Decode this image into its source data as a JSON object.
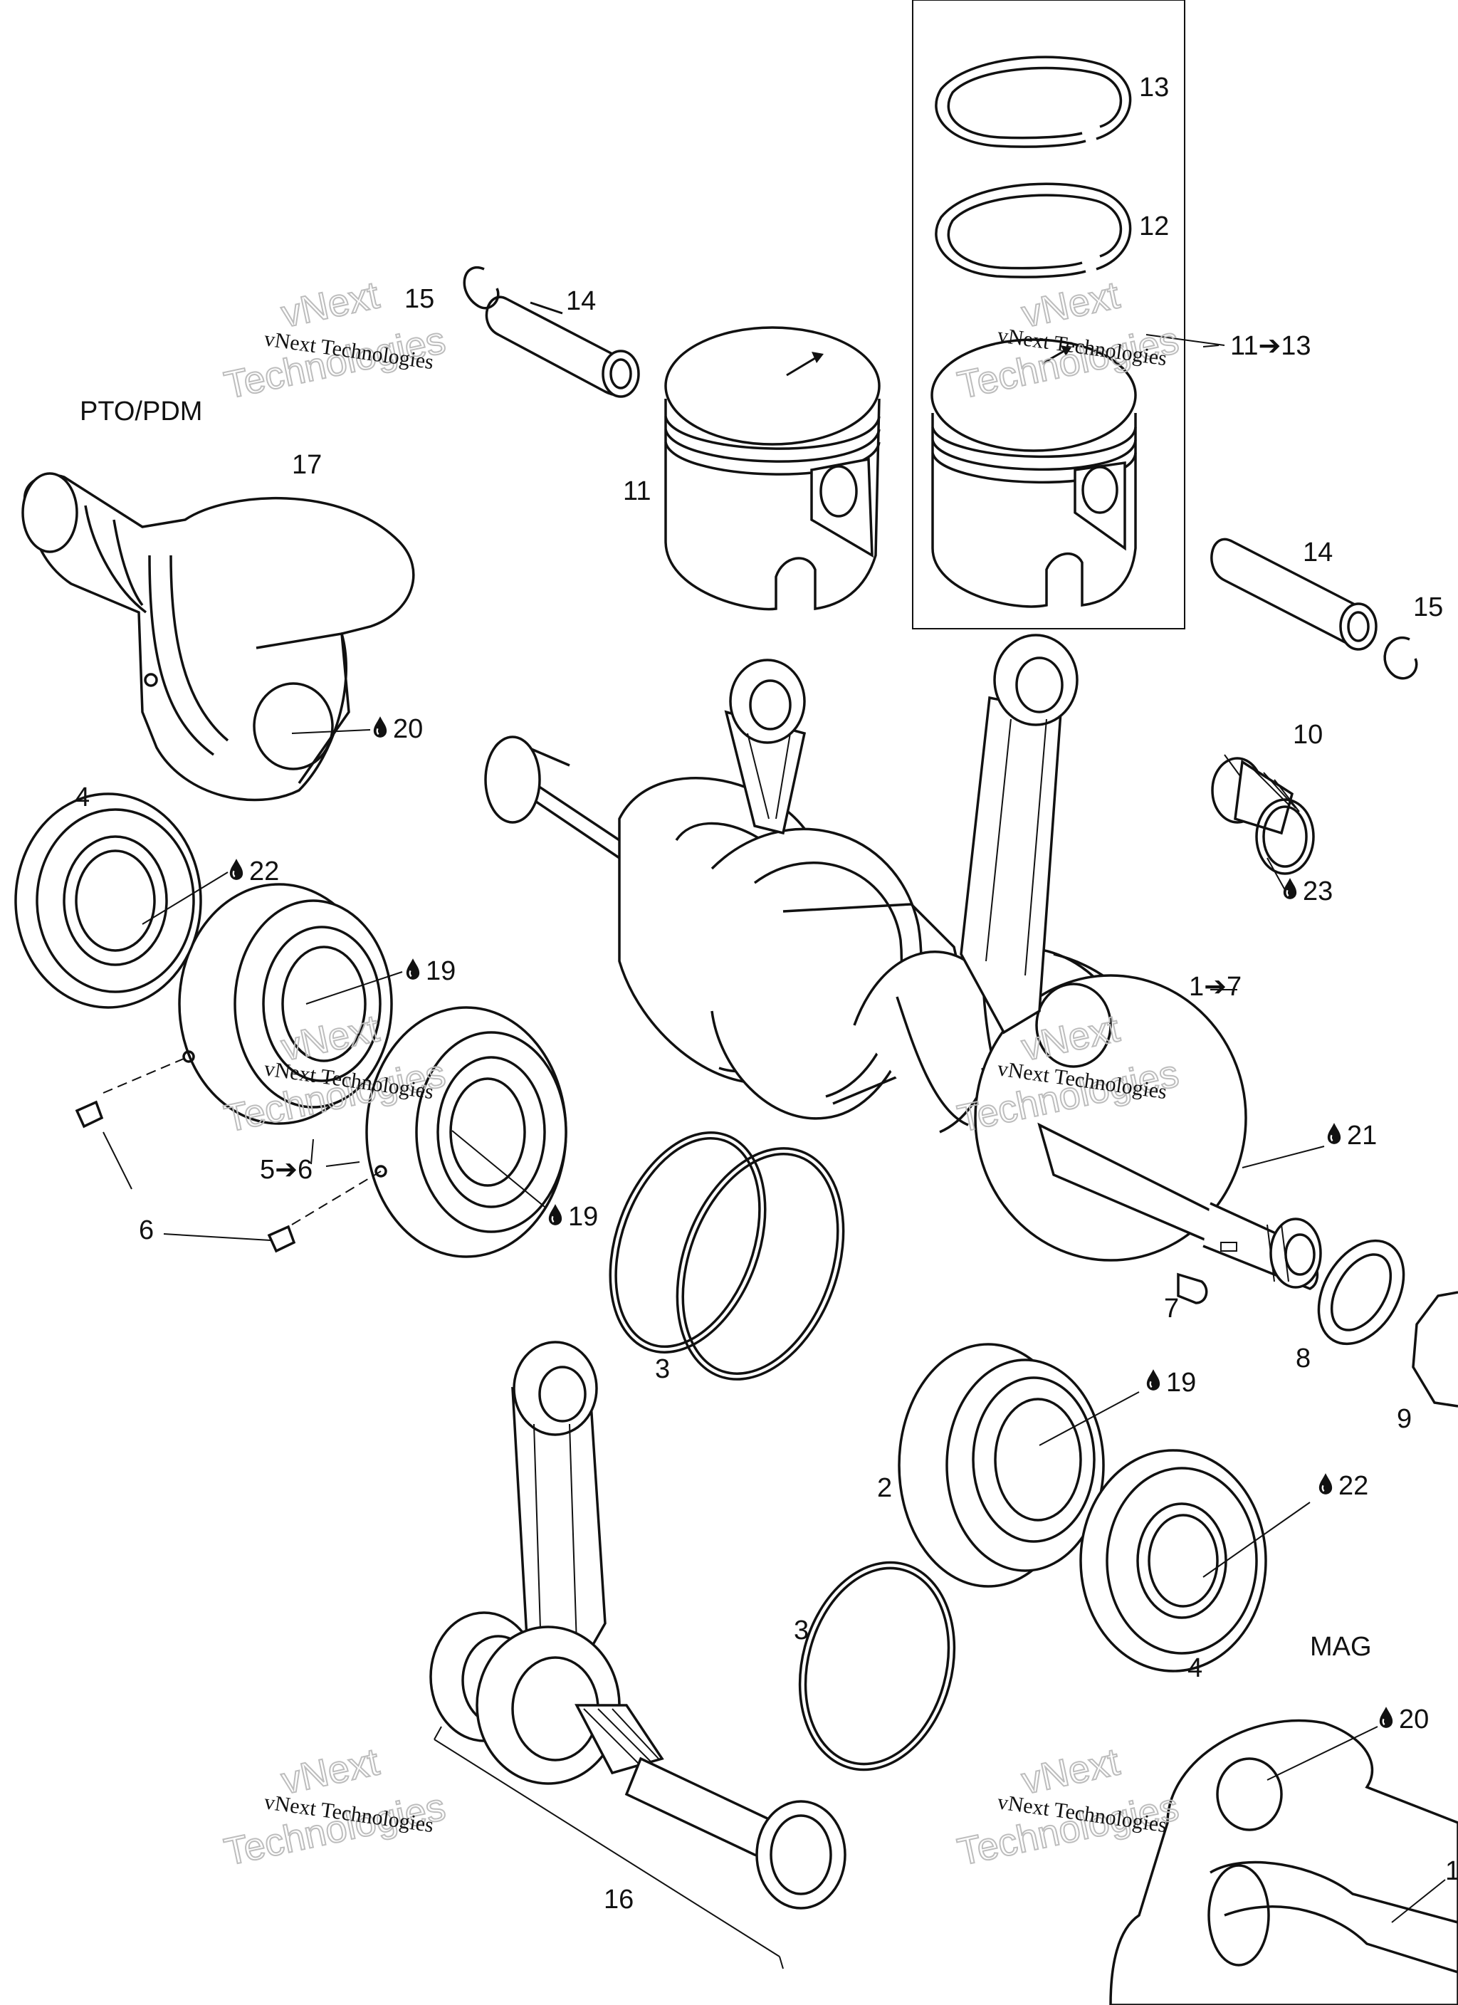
{
  "section_labels": {
    "pto": "PTO/PDM",
    "mag": "MAG"
  },
  "callouts": [
    {
      "id": "c13",
      "text": "13"
    },
    {
      "id": "c12",
      "text": "12"
    },
    {
      "id": "c11to13",
      "text": "11➔13"
    },
    {
      "id": "c15a",
      "text": "15"
    },
    {
      "id": "c14a",
      "text": "14"
    },
    {
      "id": "c11",
      "text": "11"
    },
    {
      "id": "c17",
      "text": "17"
    },
    {
      "id": "c14b",
      "text": "14"
    },
    {
      "id": "c15b",
      "text": "15"
    },
    {
      "id": "c20a",
      "text": "20",
      "lube": true
    },
    {
      "id": "c10",
      "text": "10"
    },
    {
      "id": "c4a",
      "text": "4"
    },
    {
      "id": "c22a",
      "text": "22",
      "lube": true
    },
    {
      "id": "c23",
      "text": "23",
      "lube": true
    },
    {
      "id": "c19a",
      "text": "19",
      "lube": true
    },
    {
      "id": "c1to7",
      "text": "1➔7"
    },
    {
      "id": "c5to6",
      "text": "5➔6"
    },
    {
      "id": "c21",
      "text": "21",
      "lube": true
    },
    {
      "id": "c6",
      "text": "6"
    },
    {
      "id": "c19b",
      "text": "19",
      "lube": true
    },
    {
      "id": "c7",
      "text": "7"
    },
    {
      "id": "c8",
      "text": "8"
    },
    {
      "id": "c3a",
      "text": "3"
    },
    {
      "id": "c9",
      "text": "9"
    },
    {
      "id": "c19c",
      "text": "19",
      "lube": true
    },
    {
      "id": "c2",
      "text": "2"
    },
    {
      "id": "c22b",
      "text": "22",
      "lube": true
    },
    {
      "id": "c3b",
      "text": "3"
    },
    {
      "id": "c4b",
      "text": "4"
    },
    {
      "id": "c20b",
      "text": "20",
      "lube": true
    },
    {
      "id": "c16",
      "text": "16"
    },
    {
      "id": "c1edge",
      "text": "1"
    }
  ],
  "watermark": {
    "line1": "vNext Technologies",
    "line2": "vNext",
    "line3": "Technologies"
  }
}
